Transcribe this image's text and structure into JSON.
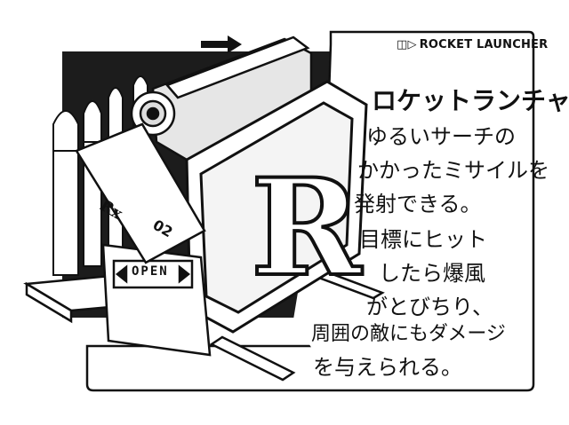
{
  "header": {
    "icon": "od-icon",
    "label": "ROCKET LAUNCHER"
  },
  "title": "ロケットランチャー",
  "description": [
    "ゆるいサーチの",
    "かかったミサイルを",
    "発射できる。",
    "目標にヒット",
    "したら爆風",
    "がとびちり、",
    "周囲の敵にもダメージ",
    "を与えられる。"
  ],
  "illustration": {
    "open_label": "OPEN",
    "emblem_letter": "R",
    "side_label": "Rx",
    "number_label": "02"
  }
}
